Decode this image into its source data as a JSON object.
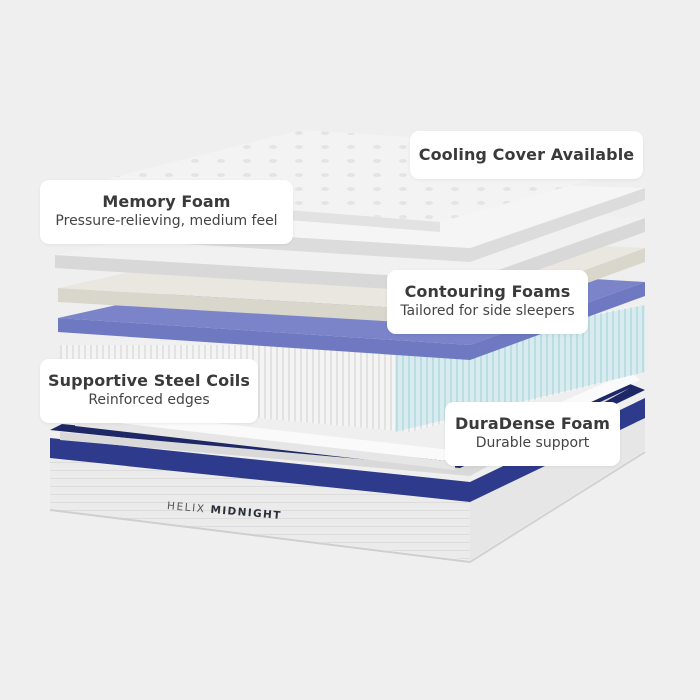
{
  "product": {
    "brand": "HELIX",
    "model": "MIDNIGHT"
  },
  "callouts": [
    {
      "id": "cooling-cover",
      "title": "Cooling Cover Available",
      "subtitle": ""
    },
    {
      "id": "memory-foam",
      "title": "Memory Foam",
      "subtitle": "Pressure-relieving, medium feel"
    },
    {
      "id": "contouring-foams",
      "title": "Contouring Foams",
      "subtitle": "Tailored for side sleepers"
    },
    {
      "id": "steel-coils",
      "title": "Supportive Steel Coils",
      "subtitle": "Reinforced edges"
    },
    {
      "id": "duradense-foam",
      "title": "DuraDense Foam",
      "subtitle": "Durable support"
    }
  ],
  "colors": {
    "background": "#efefef",
    "navy_band": "#2e3a8c",
    "blue_foam": "#7b84c9",
    "coil_edge": "#cfe6ea",
    "callout_bg": "#ffffff",
    "text": "#3a3a3a"
  }
}
